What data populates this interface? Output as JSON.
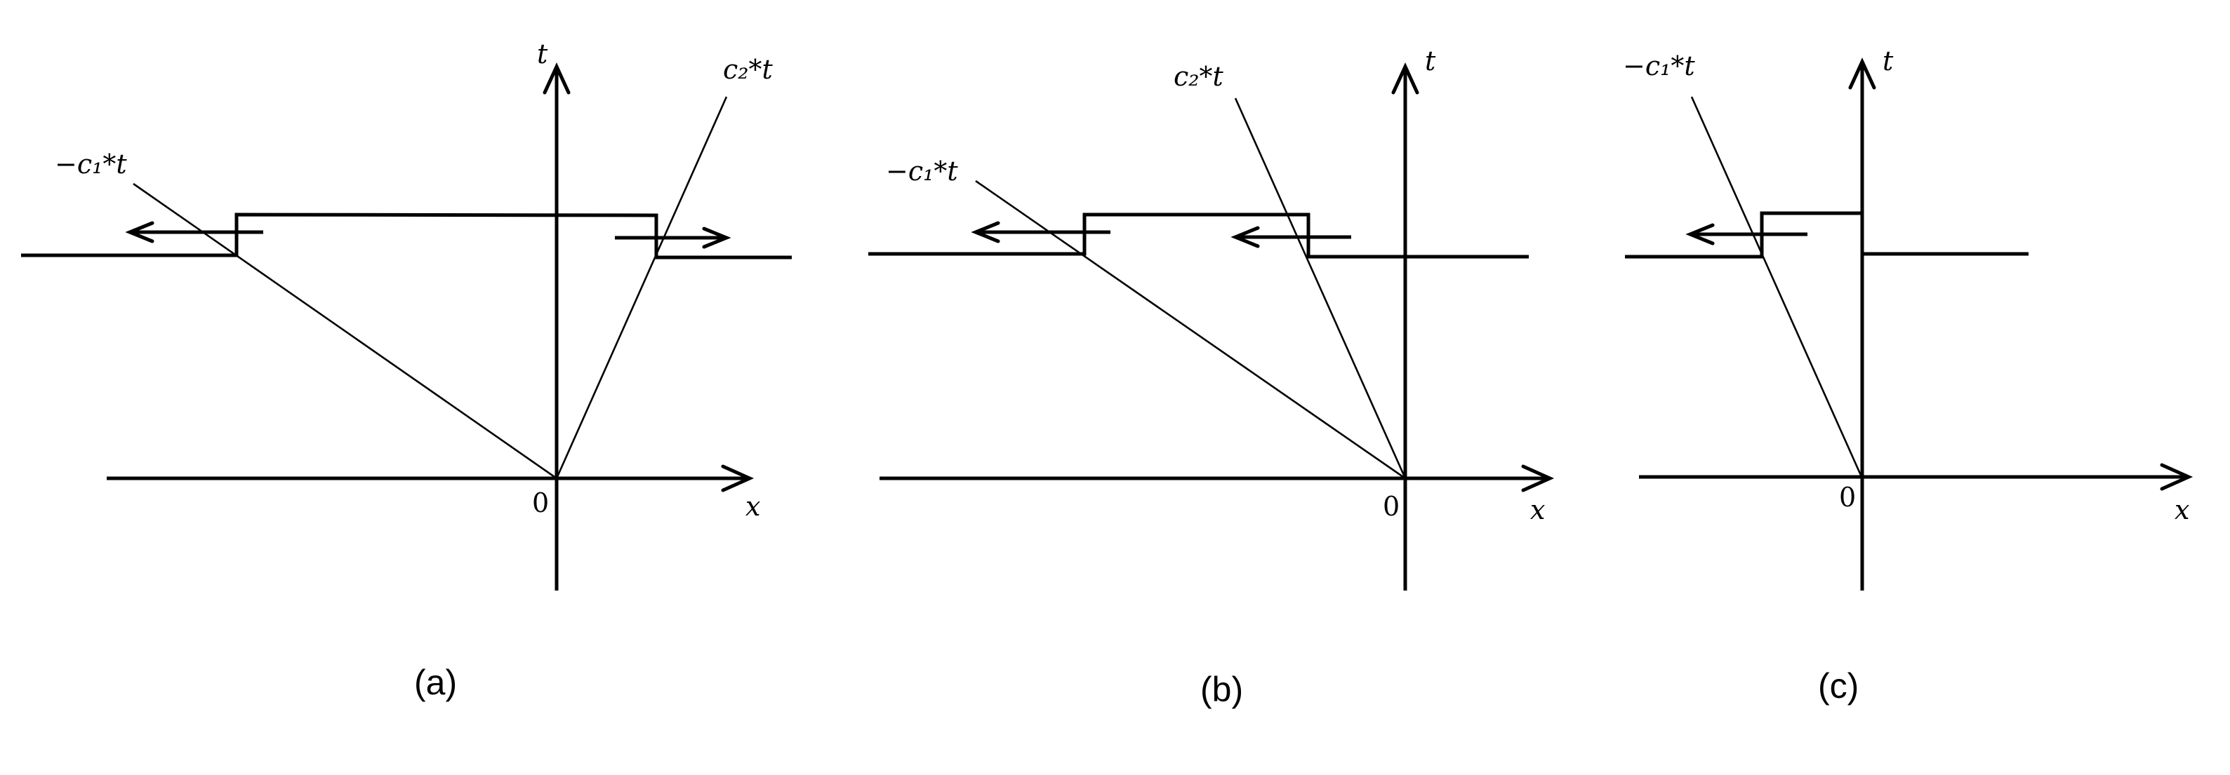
{
  "panels": [
    {
      "caption": "(a)",
      "axis_t_label": "t",
      "axis_x_label": "x",
      "origin_label": "0",
      "left_ray_label": "−c₁*t",
      "right_ray_label": "c₂*t"
    },
    {
      "caption": "(b)",
      "axis_t_label": "t",
      "axis_x_label": "x",
      "origin_label": "0",
      "left_ray_label": "−c₁*t",
      "right_ray_label": "c₂*t"
    },
    {
      "caption": "(c)",
      "axis_t_label": "t",
      "axis_x_label": "x",
      "origin_label": "0",
      "left_ray_label": "−c₁*t"
    }
  ],
  "colors": {
    "ink": "#000000",
    "background": "#ffffff"
  }
}
